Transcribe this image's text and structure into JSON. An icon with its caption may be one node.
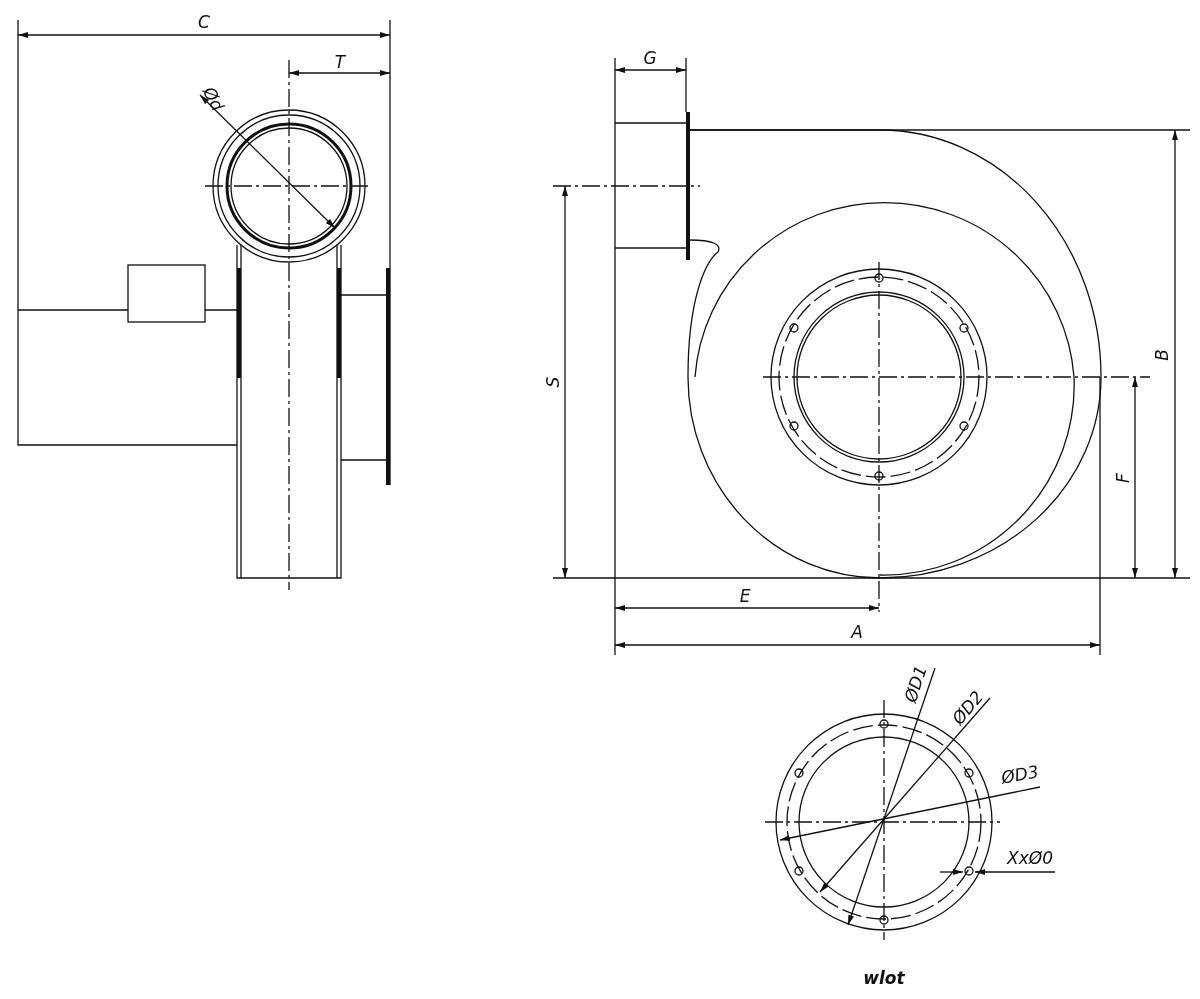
{
  "diagram": {
    "labels": [
      "C",
      "T",
      "Ød",
      "G",
      "S",
      "B",
      "F",
      "E",
      "A",
      "ØD1",
      "ØD2",
      "ØD3",
      "XxØ0",
      "wlot"
    ]
  }
}
